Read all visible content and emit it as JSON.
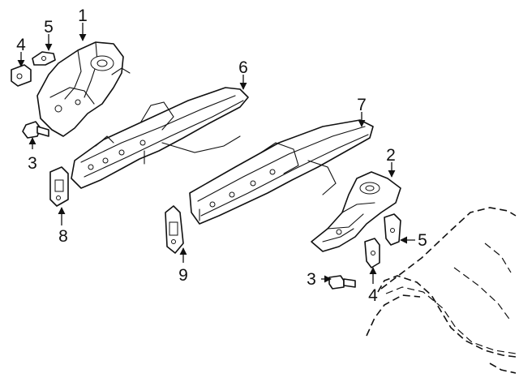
{
  "callouts": [
    {
      "id": "c1",
      "label": "1"
    },
    {
      "id": "c2",
      "label": "2"
    },
    {
      "id": "c3a",
      "label": "3"
    },
    {
      "id": "c3b",
      "label": "3"
    },
    {
      "id": "c4a",
      "label": "4"
    },
    {
      "id": "c4b",
      "label": "4"
    },
    {
      "id": "c5a",
      "label": "5"
    },
    {
      "id": "c5b",
      "label": "5"
    },
    {
      "id": "c6",
      "label": "6"
    },
    {
      "id": "c7",
      "label": "7"
    },
    {
      "id": "c8",
      "label": "8"
    },
    {
      "id": "c9",
      "label": "9"
    }
  ],
  "colors": {
    "ink": "#111111",
    "background": "#ffffff"
  }
}
